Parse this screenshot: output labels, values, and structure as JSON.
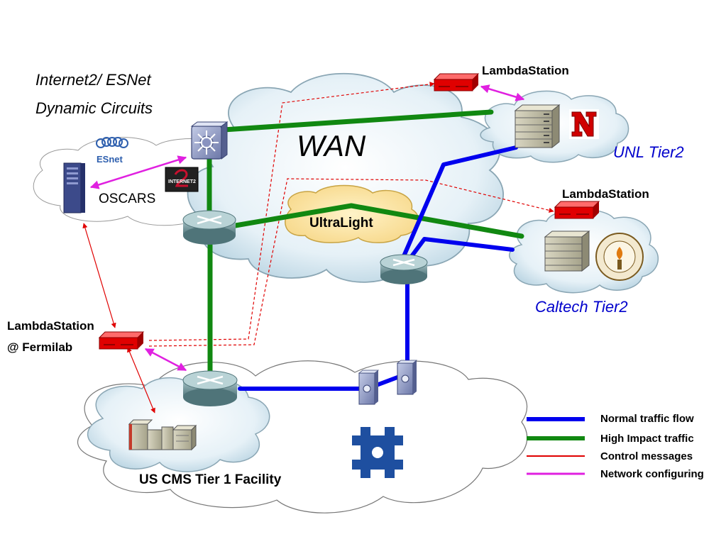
{
  "titles": {
    "line1": "Internet2/ ESNet",
    "line2": "Dynamic Circuits",
    "wan": "WAN",
    "ultralight": "UltraLight",
    "oscars": "OSCARS",
    "esnet_logo": "ESnet",
    "internet2_logo": "INTERNET2"
  },
  "sites": {
    "lambda_top": "LambdaStation",
    "lambda_right": "LambdaStation",
    "lambda_fermi_line1": "LambdaStation",
    "lambda_fermi_line2": "@ Fermilab",
    "unl": "UNL Tier2",
    "caltech": "Caltech Tier2",
    "uscms": "US CMS Tier 1 Facility"
  },
  "legend": [
    {
      "label": "Normal traffic flow",
      "color": "#0000ee",
      "style": "thick"
    },
    {
      "label": "High Impact traffic",
      "color": "#118811",
      "style": "thick"
    },
    {
      "label": "Control messages",
      "color": "#e00000",
      "style": "thin"
    },
    {
      "label": "Network configuring",
      "color": "#e020e0",
      "style": "medium"
    }
  ],
  "colors": {
    "normal": "#0000ee",
    "high_impact": "#118811",
    "control": "#e00000",
    "configuring": "#e020e0",
    "site_label": "#0000cc"
  }
}
